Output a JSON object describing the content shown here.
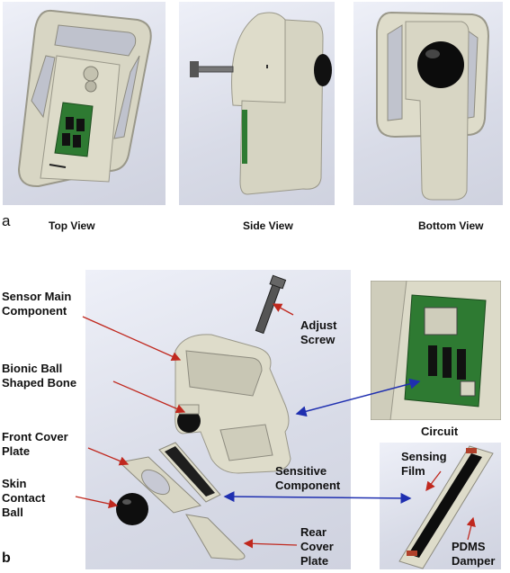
{
  "figure": {
    "panel_a": {
      "letter": "a",
      "views": [
        "Top View",
        "Side View",
        "Bottom View"
      ]
    },
    "panel_b": {
      "letter": "b",
      "labels": {
        "sensor_main_component": [
          "Sensor Main",
          "Component"
        ],
        "bionic_ball": [
          "Bionic Ball",
          "Shaped Bone"
        ],
        "front_cover": [
          "Front Cover",
          "Plate"
        ],
        "skin_contact": [
          "Skin",
          "Contact",
          "Ball"
        ],
        "adjust_screw": [
          "Adjust",
          "Screw"
        ],
        "circuit": "Circuit",
        "sensitive_component": [
          "Sensitive",
          "Component"
        ],
        "rear_cover": [
          "Rear",
          "Cover",
          "Plate"
        ],
        "sensing_film": [
          "Sensing",
          "Film"
        ],
        "pdms_damper": [
          "PDMS",
          "Damper"
        ]
      }
    },
    "colors": {
      "red_arrow": "#c0281e",
      "blue_arrow": "#1f2fb0",
      "device_body": "#d8d6c4",
      "circuit_green": "#2e7a32",
      "ball_black": "#111111"
    }
  }
}
